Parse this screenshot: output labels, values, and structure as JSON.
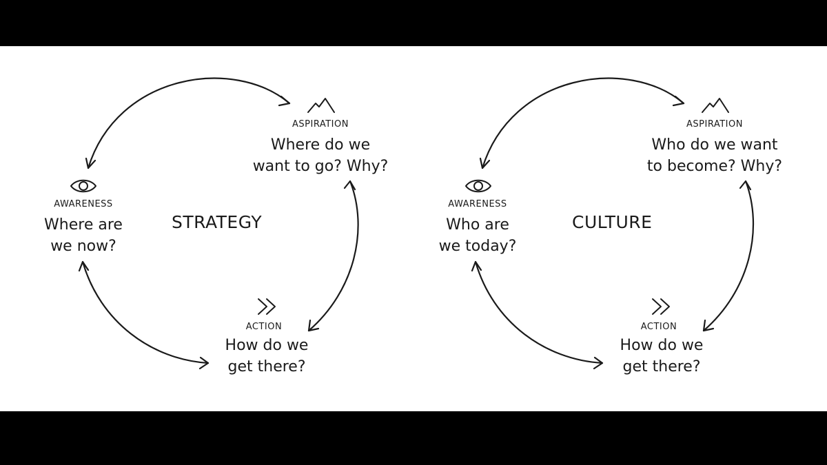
{
  "colors": {
    "background": "#ffffff",
    "ink": "#1a1a1a",
    "letterbox": "#000000"
  },
  "diagrams": [
    {
      "title": "STRATEGY",
      "awareness": {
        "label": "AWARENESS",
        "icon": "eye-icon",
        "question": [
          "Where are",
          "we now?"
        ]
      },
      "aspiration": {
        "label": "ASPIRATION",
        "icon": "mountain-icon",
        "question": [
          "Where do we",
          "want to go? Why?"
        ]
      },
      "action": {
        "label": "ACTION",
        "icon": "double-chevron-icon",
        "question": [
          "How do we",
          "get there?"
        ]
      }
    },
    {
      "title": "CULTURE",
      "awareness": {
        "label": "AWARENESS",
        "icon": "eye-icon",
        "question": [
          "Who are",
          "we today?"
        ]
      },
      "aspiration": {
        "label": "ASPIRATION",
        "icon": "mountain-icon",
        "question": [
          "Who do we want",
          "to become? Why?"
        ]
      },
      "action": {
        "label": "ACTION",
        "icon": "double-chevron-icon",
        "question": [
          "How do we",
          "get there?"
        ]
      }
    }
  ]
}
